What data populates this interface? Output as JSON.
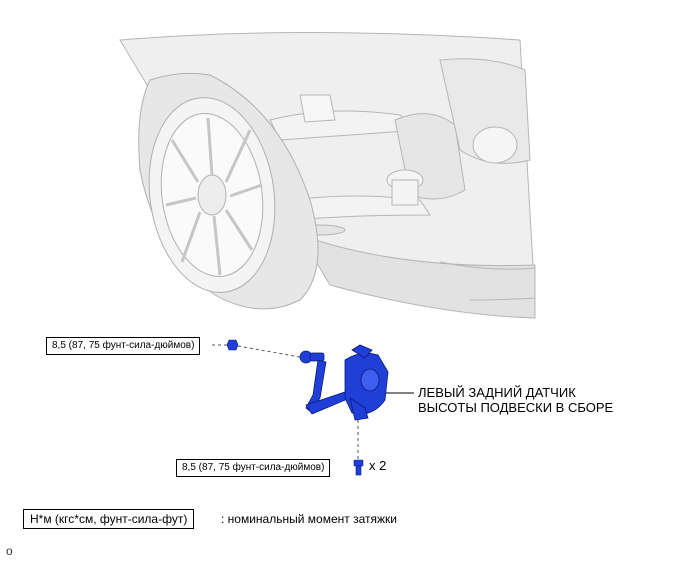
{
  "torque_callouts": [
    {
      "text": "8,5 (87, 75 фунт-сила-дюймов)"
    },
    {
      "text": "8,5 (87, 75 фунт-сила-дюймов)"
    }
  ],
  "quantity": "x 2",
  "part_label": {
    "line1": "ЛЕВЫЙ ЗАДНИЙ ДАТЧИК",
    "line2": "ВЫСОТЫ ПОДВЕСКИ В СБОРЕ"
  },
  "legend": {
    "unit": "Н*м (кгс*см, фунт-сила-фут)",
    "description": ": номинальный момент затяжки"
  },
  "figure_mark": "o",
  "colors": {
    "part": "#1f3fd6",
    "line_art": "#bdbdbd",
    "shading": "#ededed"
  },
  "icons": [
    "vehicle-rear-illustration-icon",
    "wheel-icon",
    "height-sensor-icon",
    "nut-icon",
    "bolt-icon"
  ]
}
